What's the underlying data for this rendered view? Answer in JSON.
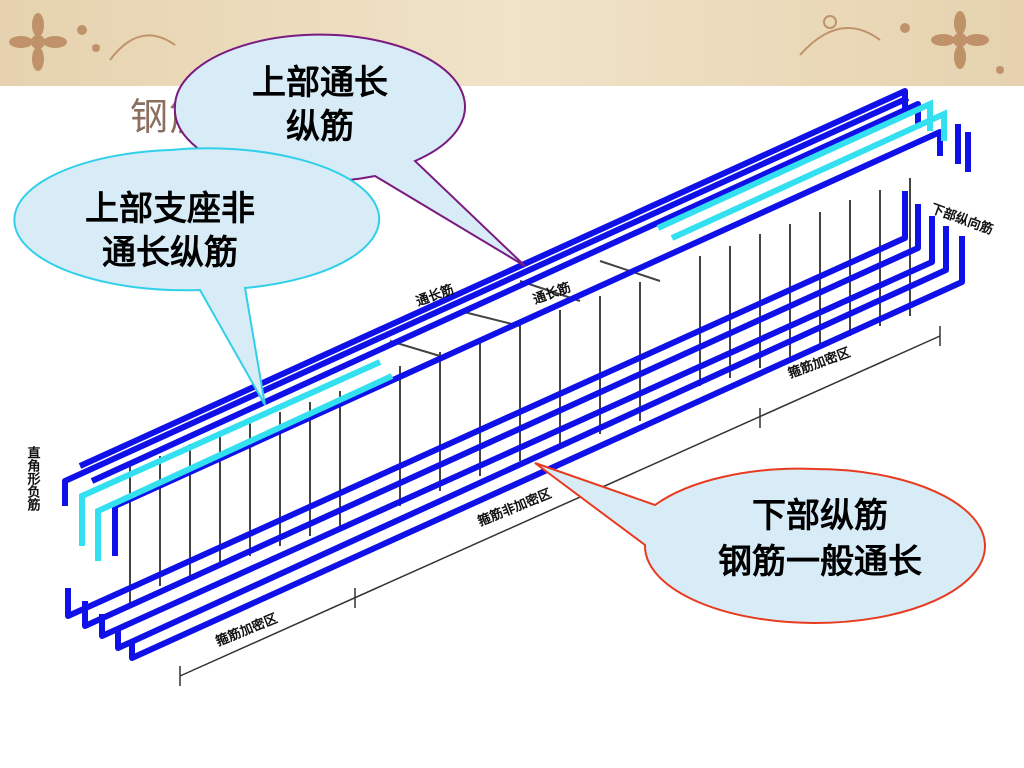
{
  "slide": {
    "title": "钢筋",
    "colors": {
      "banner": "#ead8b8",
      "rebar_main": "#1010e8",
      "rebar_support": "#33e0f0",
      "bubble_fill": "#d8ecf8"
    }
  },
  "callouts": {
    "top_through": {
      "line1": "上部通长",
      "line2": "纵筋",
      "border_color": "#7a1a80"
    },
    "top_support": {
      "line1": "上部支座非",
      "line2": "通长纵筋",
      "border_color": "#30d0e8"
    },
    "bottom": {
      "line1": "下部纵筋",
      "line2": "钢筋一般通长",
      "border_color": "#e83a1e"
    }
  },
  "diagram_labels": {
    "through_bar_1": "通长筋",
    "through_bar_2": "通长筋",
    "stirrup_dense_right": "箍筋加密区",
    "stirrup_non_dense": "箍筋非加密区",
    "stirrup_dense_left": "箍筋加密区",
    "right_angle_bar": "直角形负筋",
    "side_longitudinal": "下部纵向筋"
  }
}
